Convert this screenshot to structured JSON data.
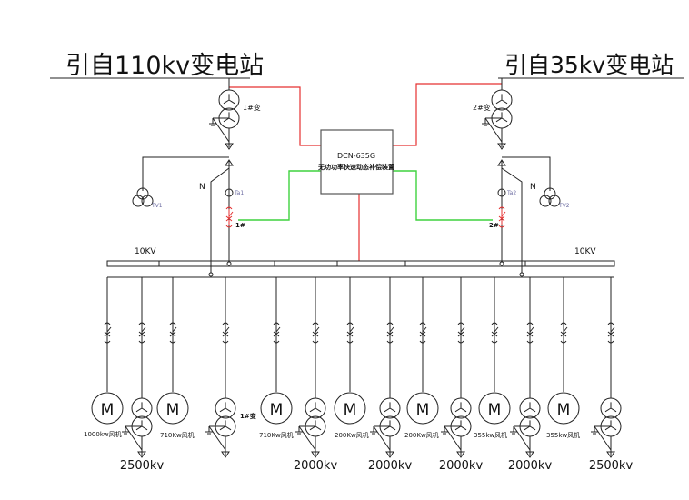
{
  "sources": {
    "left_title": "引自110kv变电站",
    "right_title": "引自35kv变电站"
  },
  "transformers": {
    "left": "1#变",
    "right": "2#变",
    "feeder": "1#变"
  },
  "device": {
    "model": "DCN-635G",
    "name": "无功功率快速动态补偿装置"
  },
  "labels": {
    "n_left": "N",
    "n_right": "N",
    "tv_left": "TV1",
    "tv_right": "TV2",
    "ta_left": "Ta1",
    "ta_right": "Ta2",
    "breaker_left": "1#",
    "breaker_right": "2#",
    "bus_left": "10KV",
    "bus_right": "10KV"
  },
  "loads": {
    "motor_symbol": "M",
    "motor_labels": [
      "1000kw风机",
      "710Kw风机",
      "710Kw风机",
      "200Kw风机",
      "200Kw风机",
      "355kw风机",
      "355kw风机"
    ],
    "transformer_ratings": [
      "2500kv",
      "2000kv",
      "2000kv",
      "2000kv",
      "2000kv",
      "2500kv"
    ]
  },
  "colors": {
    "power_line": "#e53030",
    "signal_line": "#3fd23f",
    "line": "#222222"
  }
}
